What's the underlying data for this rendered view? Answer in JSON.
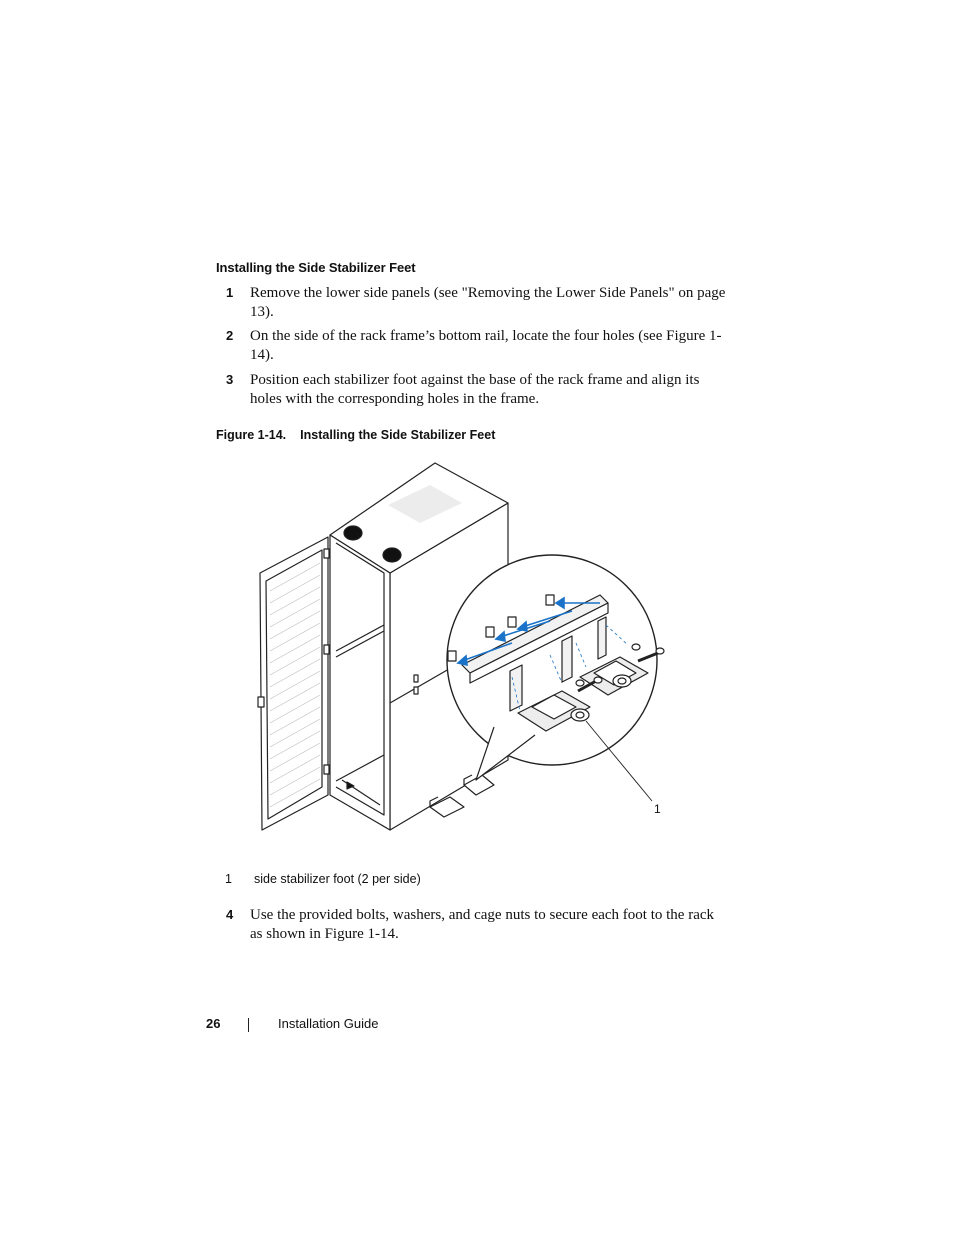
{
  "section": {
    "heading": "Installing the Side Stabilizer Feet"
  },
  "steps": [
    {
      "num": "1",
      "text": "Remove the lower side panels (see \"Removing the Lower Side Panels\" on page 13)."
    },
    {
      "num": "2",
      "text": "On the side of the rack frame’s bottom rail, locate the four holes (see Figure 1-14)."
    },
    {
      "num": "3",
      "text": "Position each stabilizer foot against the base of the rack frame and align its holes with the corresponding holes in the frame."
    },
    {
      "num": "4",
      "text": "Use the provided bolts, washers, and cage nuts to secure each foot to the rack as shown in Figure 1-14."
    }
  ],
  "figure": {
    "label": "Figure 1-14.",
    "title": "Installing the Side Stabilizer Feet",
    "callout": "1",
    "legend": [
      {
        "num": "1",
        "text": "side stabilizer foot (2 per side)"
      }
    ]
  },
  "footer": {
    "page_number": "26",
    "title": "Installation Guide"
  },
  "colors": {
    "arrow": "#1a73c8",
    "line": "#222222",
    "panel": "#f2f2f2"
  }
}
